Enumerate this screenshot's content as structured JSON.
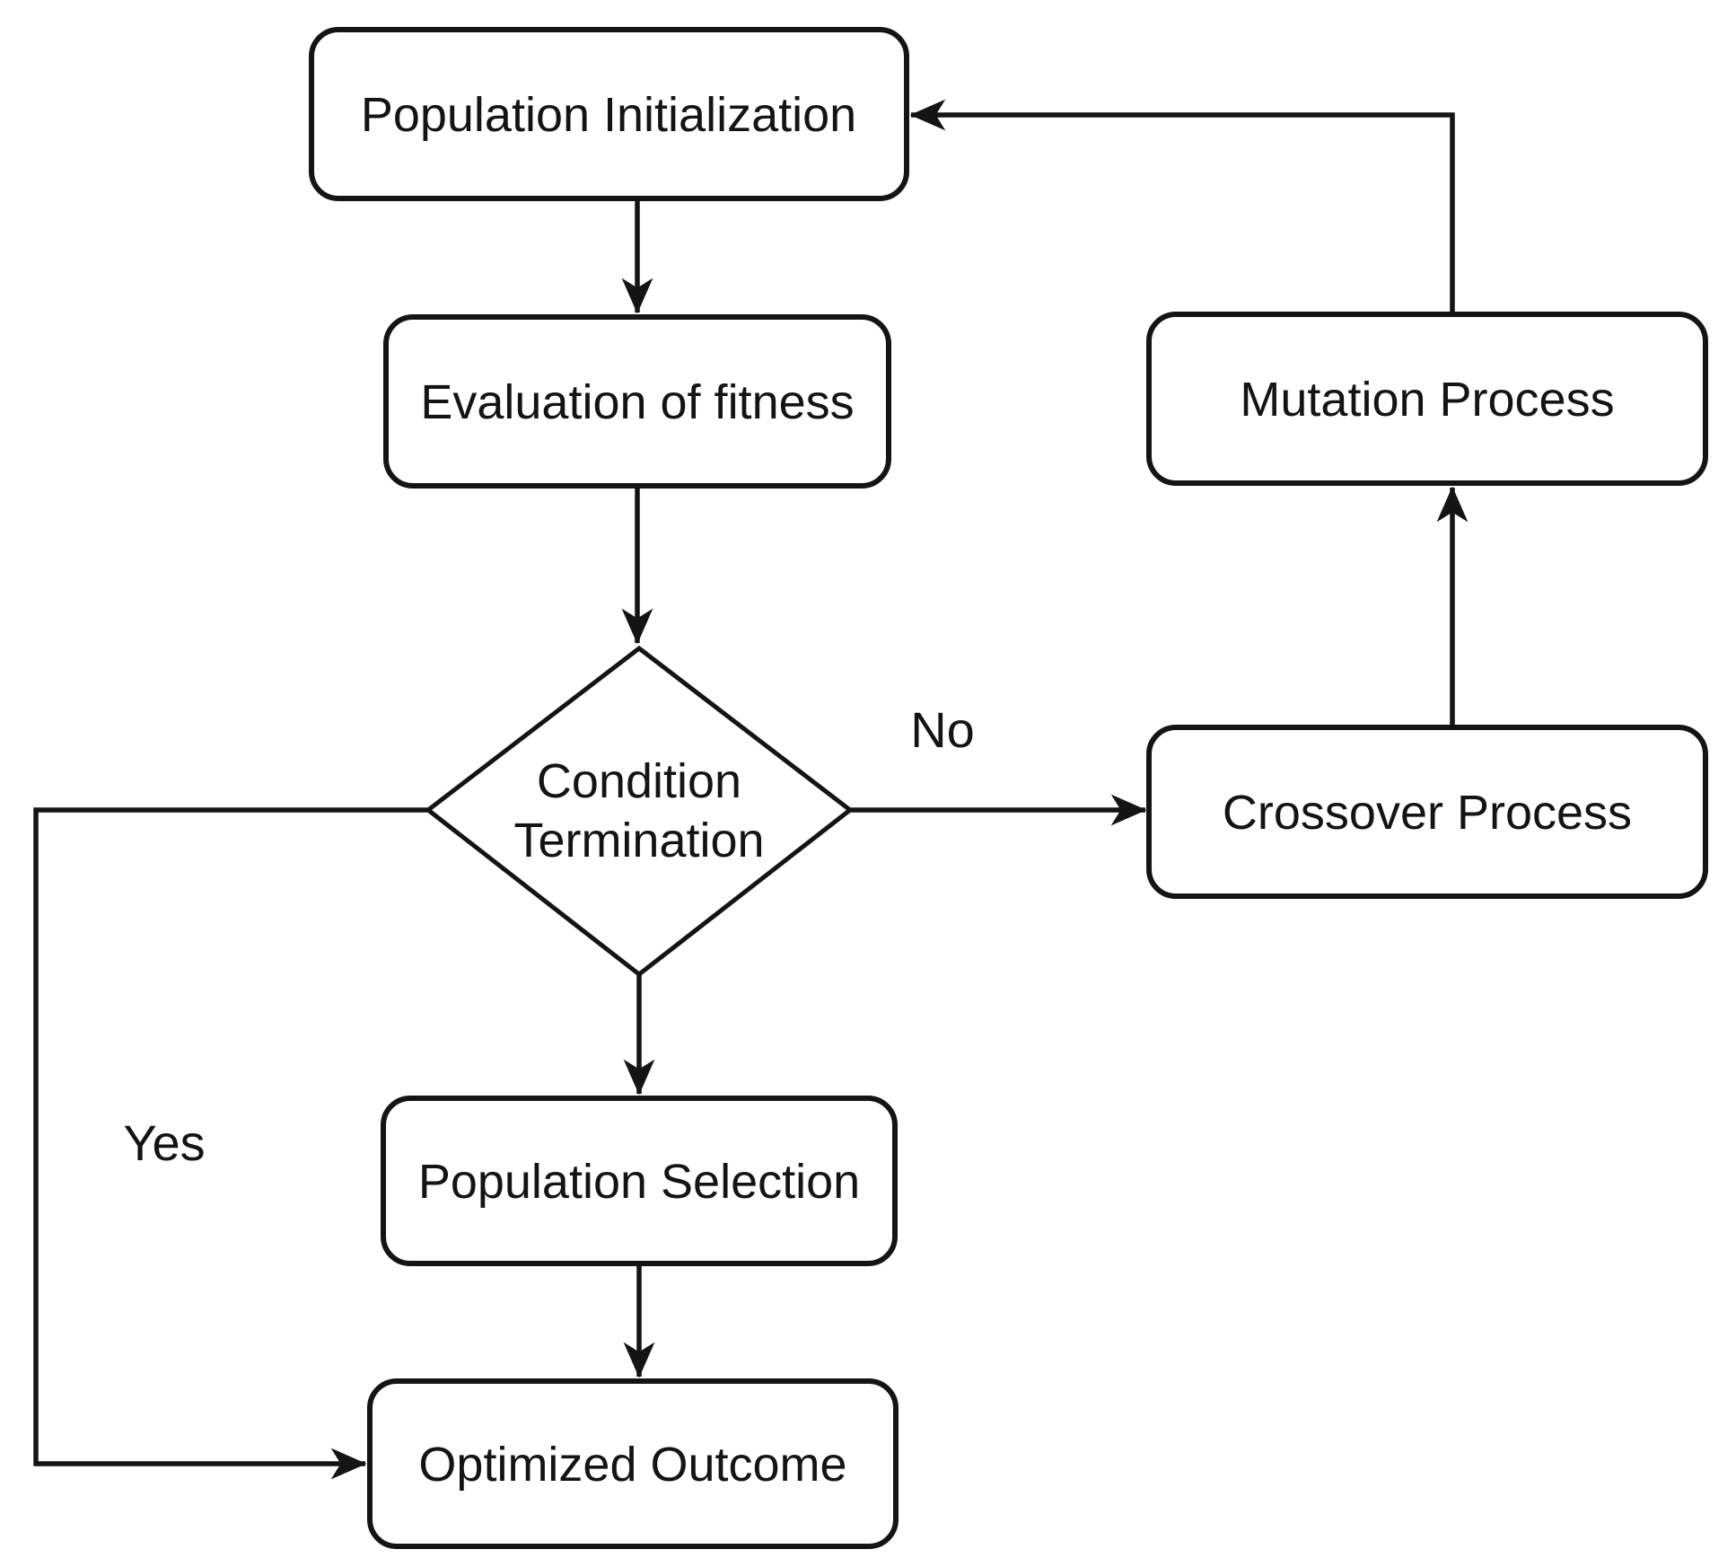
{
  "diagram": {
    "background_color": "#ffffff",
    "stroke_color": "#141414",
    "node_fill_color": "#ffffff",
    "nodes": {
      "pop_init": {
        "label": "Population Initialization"
      },
      "evaluation": {
        "label": "Evaluation of fitness"
      },
      "decision": {
        "line1": "Condition",
        "line2": "Termination"
      },
      "crossover": {
        "label": "Crossover Process"
      },
      "mutation": {
        "label": "Mutation Process"
      },
      "pop_select": {
        "label": "Population Selection"
      },
      "outcome": {
        "label": "Optimized Outcome"
      }
    },
    "edge_labels": {
      "no": "No",
      "yes": "Yes"
    }
  }
}
